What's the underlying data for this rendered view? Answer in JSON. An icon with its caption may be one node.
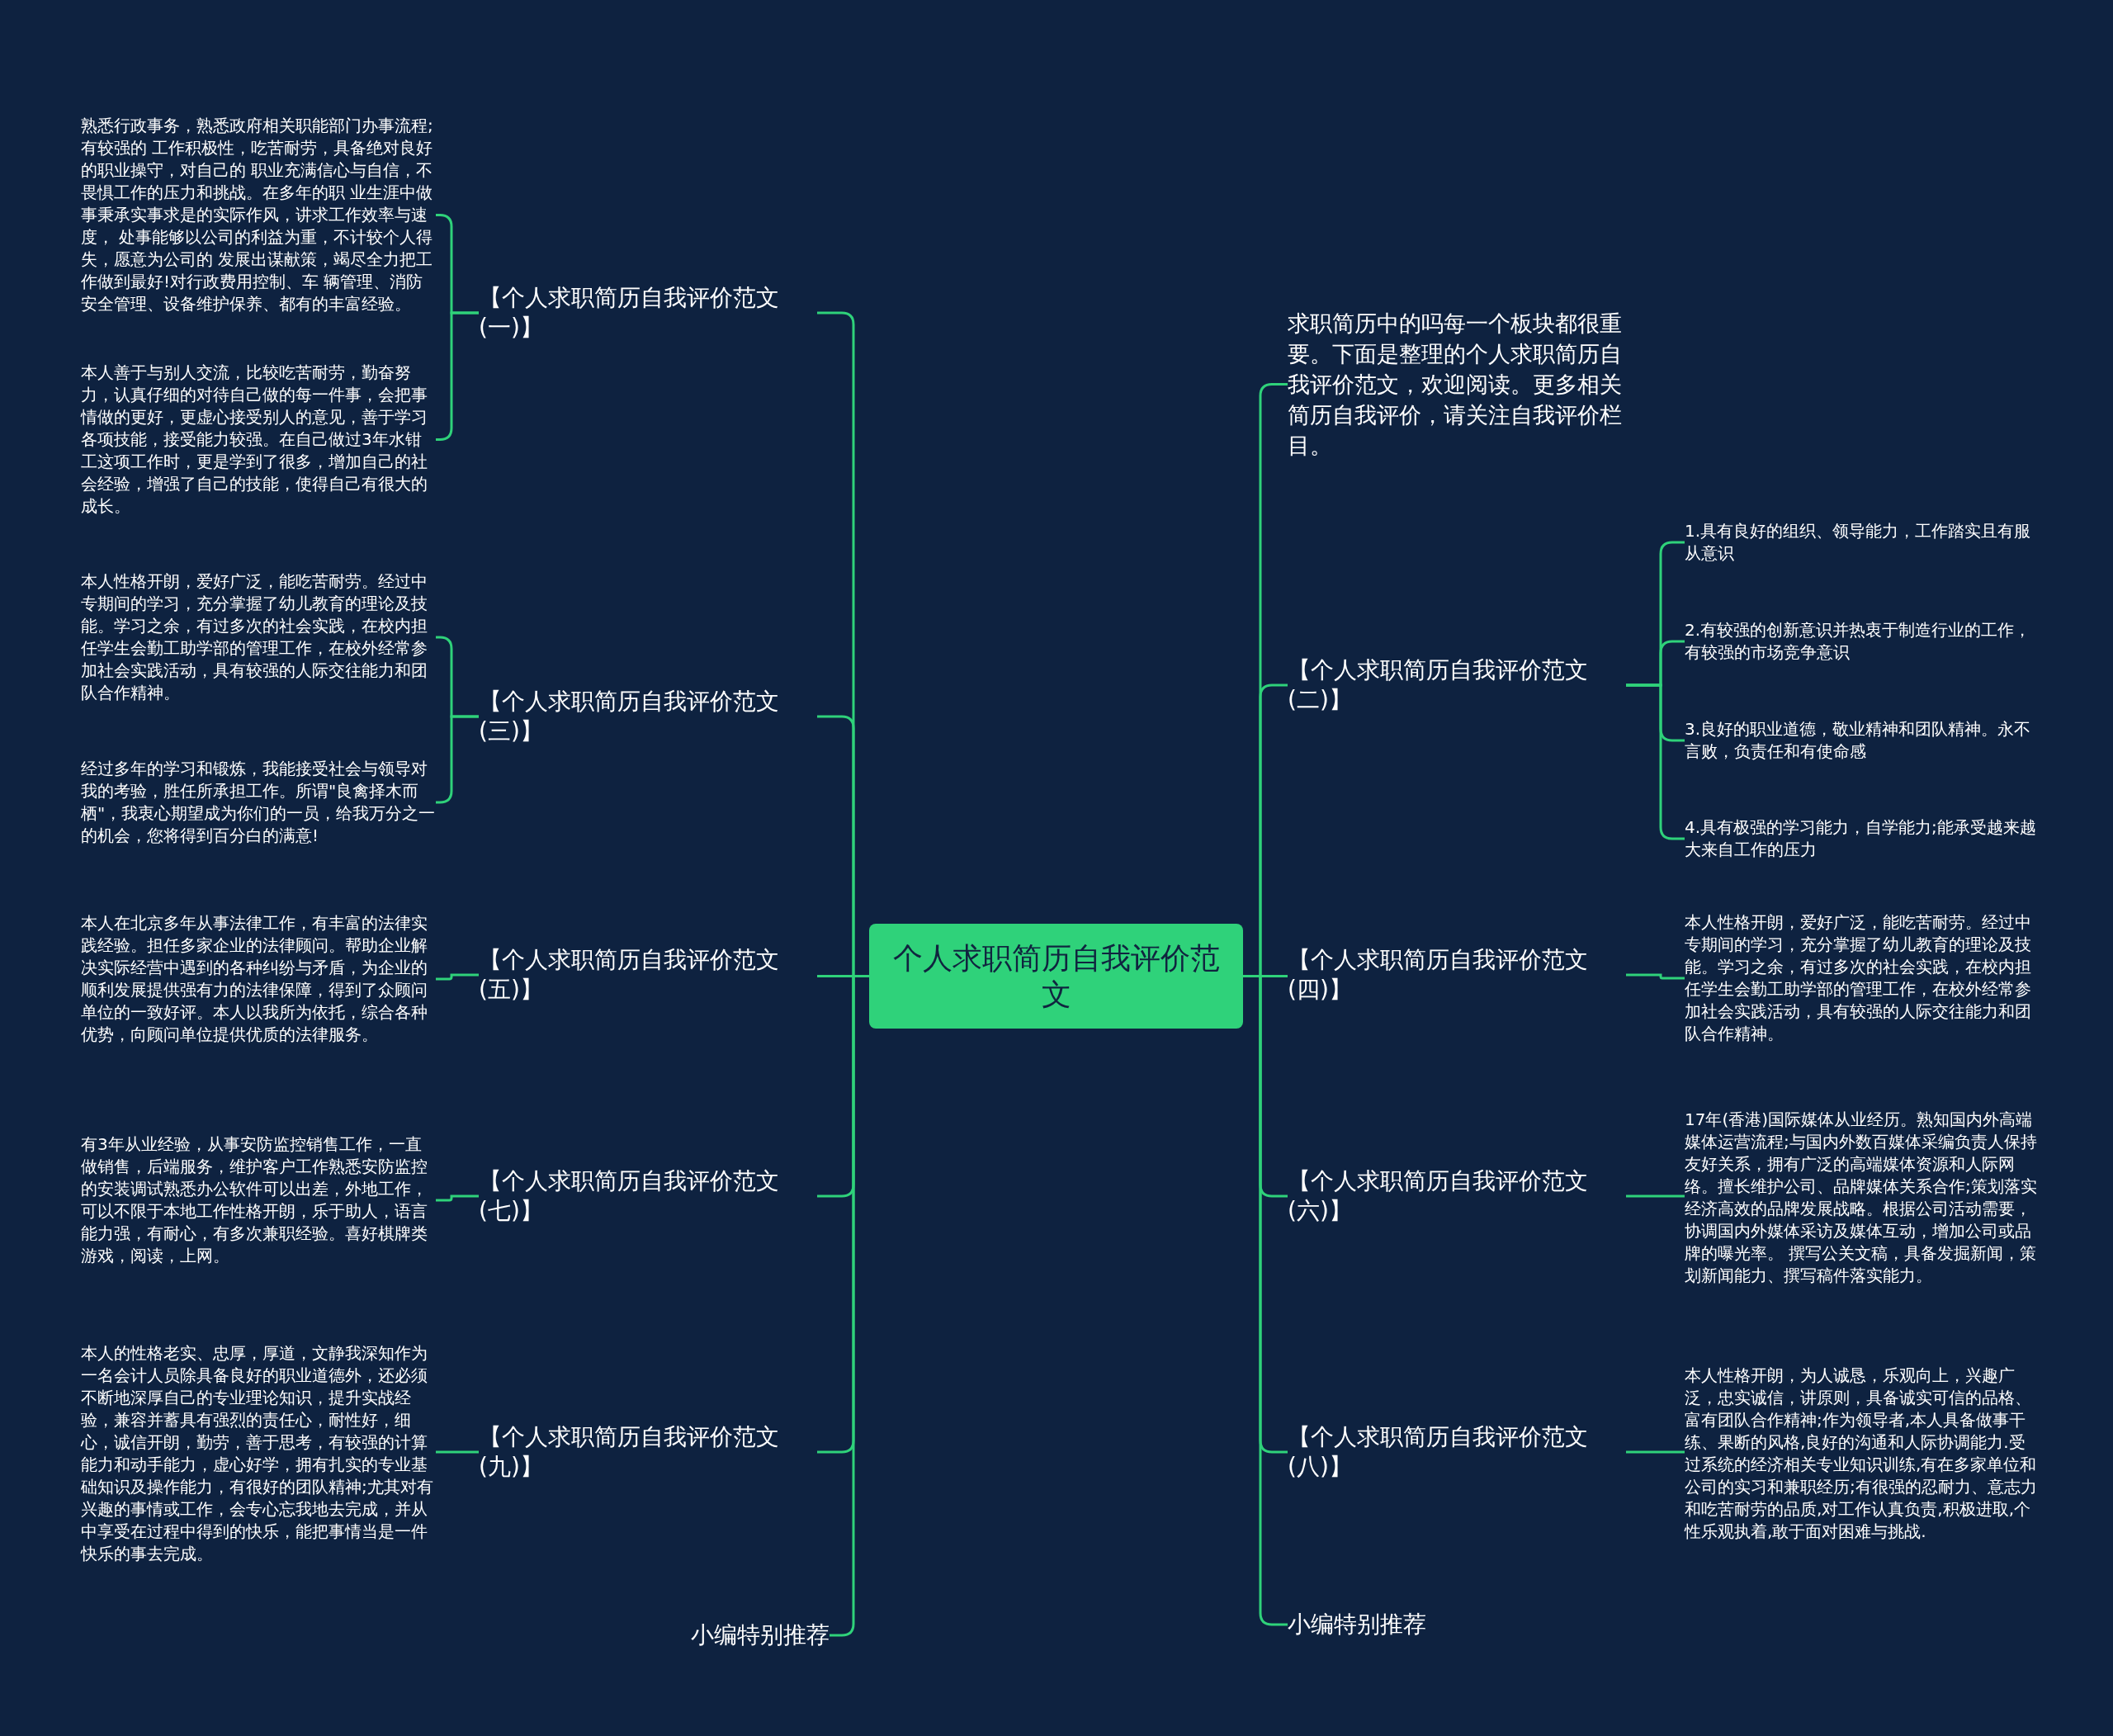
{
  "diagram": {
    "nodes": [
      {
        "text": [
          "个人求职简历自我评价范文"
        ]
      },
      {
        "text": [
          "【个人求职简历自我评价范文(一)】"
        ]
      },
      {
        "text": [
          "熟悉行政事务，熟悉政府相关职能部门办事流程;有较强的 工作积极性，吃苦耐劳，具备绝对良好的职业操守，对自己的 职业充满信心与自信，不畏惧工作的压力和挑战。在多年的职 业生涯中做事秉承实事求是的实际作风，讲求工作效率与速度， 处事能够以公司的利益为重，不计较个人得失，愿意为公司的 发展出谋献策，竭尽全力把工作做到最好!对行政费用控制、车 辆管理、消防安全管理、设备维护保养、都有的丰富经验。"
        ]
      },
      {
        "text": [
          "本人善于与别人交流，比较吃苦耐劳，勤奋努力，认真仔细的对待自己做的每一件事，会把事情做的更好，更虚心接受别人的意见，善于学习各项技能，接受能力较强。在自己做过3年水钳工这项工作时，更是学到了很多，增加自己的社会经验，增强了自己的技能，使得自己有很大的成长。"
        ]
      },
      {
        "text": [
          "【个人求职简历自我评价范文(三)】"
        ]
      },
      {
        "text": [
          "本人性格开朗，爱好广泛，能吃苦耐劳。经过中专期间的学习，充分掌握了幼儿教育的理论及技能。学习之余，有过多次的社会实践，在校内担任学生会勤工助学部的管理工作，在校外经常参加社会实践活动，具有较强的人际交往能力和团队合作精神。"
        ]
      },
      {
        "text": [
          "经过多年的学习和锻炼，我能接受社会与领导对我的考验，胜任所承担工作。所谓\"良禽择木而栖\"，我衷心期望成为你们的一员，给我万分之一的机会，您将得到百分白的满意!"
        ]
      },
      {
        "text": [
          "【个人求职简历自我评价范文(五)】"
        ]
      },
      {
        "text": [
          "本人在北京多年从事法律工作，有丰富的法律实践经验。担任多家企业的法律顾问。帮助企业解决实际经营中遇到的各种纠纷与矛盾，为企业的顺利发展提供强有力的法律保障，得到了众顾问单位的一致好评。本人以我所为依托，综合各种优势，向顾问单位提供优质的法律服务。"
        ]
      },
      {
        "text": [
          "【个人求职简历自我评价范文(七)】"
        ]
      },
      {
        "text": [
          "有3年从业经验，从事安防监控销售工作，一直做销售，后端服务，维护客户工作熟悉安防监控的安装调试熟悉办公软件可以出差，外地工作，可以不限于本地工作性格开朗，乐于助人，语言能力强，有耐心，有多次兼职经验。喜好棋牌类游戏，阅读，上网。"
        ]
      },
      {
        "text": [
          "【个人求职简历自我评价范文(九)】"
        ]
      },
      {
        "text": [
          "本人的性格老实、忠厚，厚道，文静我深知作为一名会计人员除具备良好的职业道德外，还必须不断地深厚自己的专业理论知识，提升实战经验，兼容并蓄具有强烈的责任心，耐性好，细心，诚信开朗，勤劳，善于思考，有较强的计算能力和动手能力，虚心好学，拥有扎实的专业基础知识及操作能力，有很好的团队精神;尤其对有兴趣的事情或工作，会专心忘我地去完成，并从中享受在过程中得到的快乐，能把事情当是一件快乐的事去完成。"
        ]
      },
      {
        "text": [
          "小编特别推荐"
        ]
      },
      {
        "text": [
          "求职简历中的吗每一个板块都很重要。下面是整理的个人求职简历自我评价范文，欢迎阅读。更多相关简历自我评价，请关注自我评价栏目。"
        ]
      },
      {
        "text": [
          "【个人求职简历自我评价范文(二)】"
        ]
      },
      {
        "text": [
          "1.具有良好的组织、领导能力，工作踏实且有服从意识"
        ]
      },
      {
        "text": [
          "2.有较强的创新意识并热衷于制造行业的工作，有较强的市场竞争意识"
        ]
      },
      {
        "text": [
          "3.良好的职业道德，敬业精神和团队精神。永不言败，负责任和有使命感"
        ]
      },
      {
        "text": [
          "4.具有极强的学习能力，自学能力;能承受越来越大来自工作的压力"
        ]
      },
      {
        "text": [
          "【个人求职简历自我评价范文(四)】"
        ]
      },
      {
        "text": [
          "本人性格开朗，爱好广泛，能吃苦耐劳。经过中专期间的学习，充分掌握了幼儿教育的理论及技能。学习之余，有过多次的社会实践，在校内担任学生会勤工助学部的管理工作，在校外经常参加社会实践活动，具有较强的人际交往能力和团队合作精神。"
        ]
      },
      {
        "text": [
          "【个人求职简历自我评价范文(六)】"
        ]
      },
      {
        "text": [
          "17年(香港)国际媒体从业经历。熟知国内外高端媒体运营流程;与国内外数百媒体采编负责人保持友好关系，拥有广泛的高端媒体资源和人际网络。擅长维护公司、品牌媒体关系合作;策划落实经济高效的品牌发展战略。根据公司活动需要，协调国内外媒体采访及媒体互动，增加公司或品牌的曝光率。 撰写公关文稿，具备发掘新闻，策划新闻能力、撰写稿件落实能力。"
        ]
      },
      {
        "text": [
          "【个人求职简历自我评价范文(八)】"
        ]
      },
      {
        "text": [
          "本人性格开朗，为人诚恳，乐观向上，兴趣广泛，忠实诚信，讲原则，具备诚实可信的品格、富有团队合作精神;作为领导者,本人具备做事干练、果断的风格,良好的沟通和人际协调能力.受过系统的经济相关专业知识训练,有在多家单位和公司的实习和兼职经历;有很强的忍耐力、意志力和吃苦耐劳的品质,对工作认真负责,积极进取,个性乐观执着,敢于面对困难与挑战."
        ]
      },
      {
        "text": [
          "小编特别推荐"
        ]
      }
    ],
    "edges": [
      {
        "from": 0,
        "to": 1,
        "arrow": "none"
      },
      {
        "from": 1,
        "to": 2,
        "arrow": "none"
      },
      {
        "from": 1,
        "to": 3,
        "arrow": "none"
      },
      {
        "from": 0,
        "to": 4,
        "arrow": "none"
      },
      {
        "from": 4,
        "to": 5,
        "arrow": "none"
      },
      {
        "from": 4,
        "to": 6,
        "arrow": "none"
      },
      {
        "from": 0,
        "to": 7,
        "arrow": "none"
      },
      {
        "from": 7,
        "to": 8,
        "arrow": "none"
      },
      {
        "from": 0,
        "to": 9,
        "arrow": "none"
      },
      {
        "from": 9,
        "to": 10,
        "arrow": "none"
      },
      {
        "from": 0,
        "to": 11,
        "arrow": "none"
      },
      {
        "from": 11,
        "to": 12,
        "arrow": "none"
      },
      {
        "from": 0,
        "to": 13,
        "arrow": "none"
      },
      {
        "from": 0,
        "to": 14,
        "arrow": "none"
      },
      {
        "from": 0,
        "to": 15,
        "arrow": "none"
      },
      {
        "from": 15,
        "to": 16,
        "arrow": "none"
      },
      {
        "from": 15,
        "to": 17,
        "arrow": "none"
      },
      {
        "from": 15,
        "to": 18,
        "arrow": "none"
      },
      {
        "from": 15,
        "to": 19,
        "arrow": "none"
      },
      {
        "from": 0,
        "to": 20,
        "arrow": "none"
      },
      {
        "from": 20,
        "to": 21,
        "arrow": "none"
      },
      {
        "from": 0,
        "to": 22,
        "arrow": "none"
      },
      {
        "from": 22,
        "to": 23,
        "arrow": "none"
      },
      {
        "from": 0,
        "to": 24,
        "arrow": "none"
      },
      {
        "from": 24,
        "to": 25,
        "arrow": "none"
      },
      {
        "from": 0,
        "to": 26,
        "arrow": "none"
      }
    ]
  }
}
